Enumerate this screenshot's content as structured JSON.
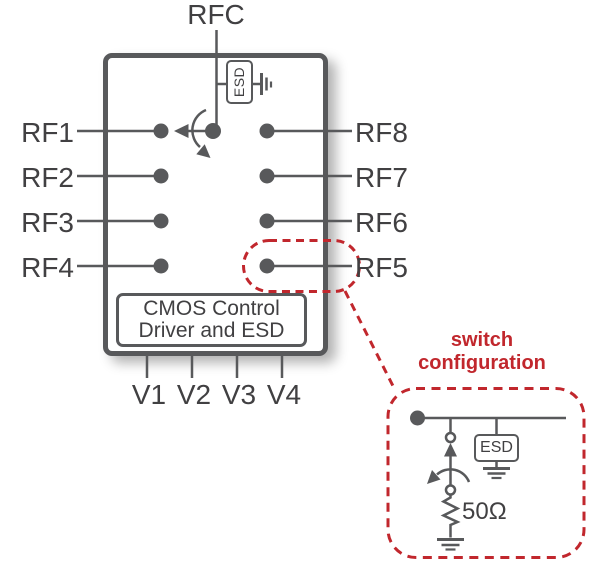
{
  "diagram": {
    "rfc_label": "RFC",
    "left_ports": [
      "RF1",
      "RF2",
      "RF3",
      "RF4"
    ],
    "right_ports": [
      "RF8",
      "RF7",
      "RF6",
      "RF5"
    ],
    "esd_top_label": "ESD",
    "control_block": {
      "line1": "CMOS Control",
      "line2": "Driver and ESD"
    },
    "control_pins": [
      "V1",
      "V2",
      "V3",
      "V4"
    ],
    "callout": {
      "title_line1": "switch",
      "title_line2": "configuration",
      "esd_label": "ESD",
      "resistor_label": "50Ω"
    },
    "colors": {
      "line_gray": "#58595B",
      "text_dark": "#414042",
      "accent_red": "#C1272D",
      "background": "#FFFFFF"
    }
  }
}
